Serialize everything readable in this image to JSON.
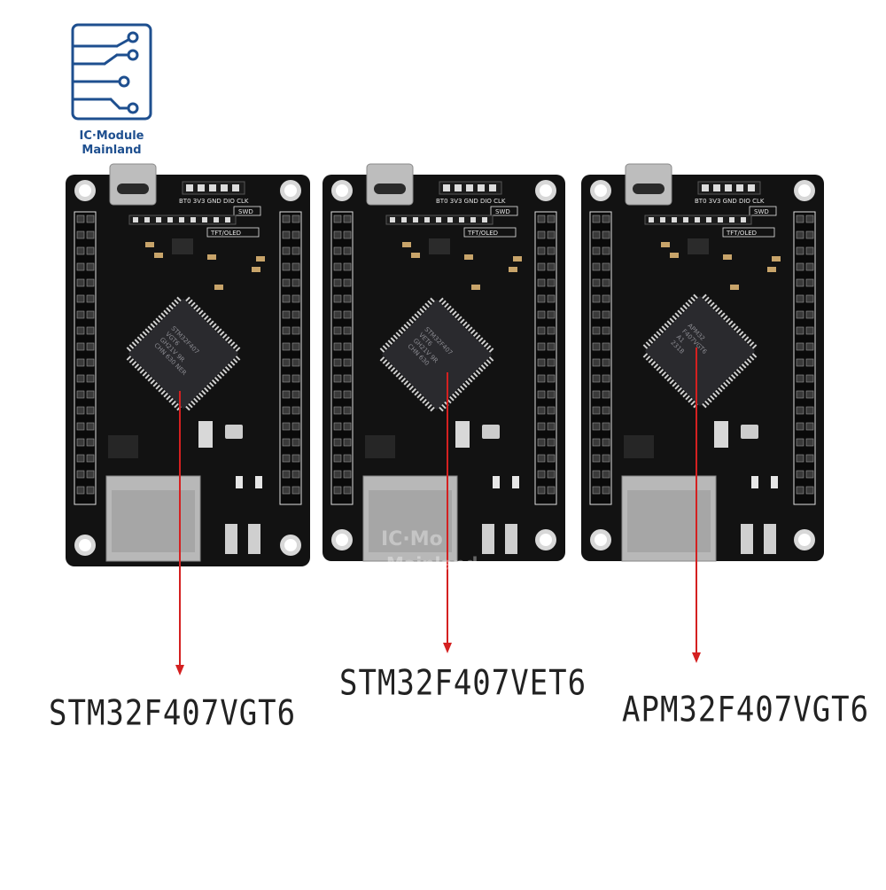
{
  "brand": {
    "line1": "IC·Module",
    "line2": "Mainland",
    "color": "#1e4f8f"
  },
  "watermark": {
    "line1": "IC·Mo",
    "line2": "Mainland"
  },
  "boards": [
    {
      "model": "STM32F407VGT6",
      "swd_header": "BT0 3V3 GND DIO CLK",
      "swd_label": "SWD",
      "lcd_label": "TFT/OLED",
      "chip_text": [
        "STM32F407",
        "VGT6",
        "GH21V 9R",
        "CHN 630 NER"
      ]
    },
    {
      "model": "STM32F407VET6",
      "swd_header": "BT0 3V3 GND DIO CLK",
      "swd_label": "SWD",
      "lcd_label": "TFT/OLED",
      "chip_text": [
        "STM32F407",
        "VET6",
        "GH21V 9R",
        "CHN 630"
      ]
    },
    {
      "model": "APM32F407VGT6",
      "swd_header": "BT0 3V3 GND DIO CLK",
      "swd_label": "SWD",
      "lcd_label": "TFT/OLED",
      "chip_text": [
        "APM32",
        "F407VGT6",
        "A1",
        "2318"
      ]
    }
  ],
  "colors": {
    "pcb": "#121212",
    "silk": "#e6e6e6",
    "arrow": "#d42020",
    "chip": "#2a2a2e",
    "metal": "#cfcfcf"
  }
}
